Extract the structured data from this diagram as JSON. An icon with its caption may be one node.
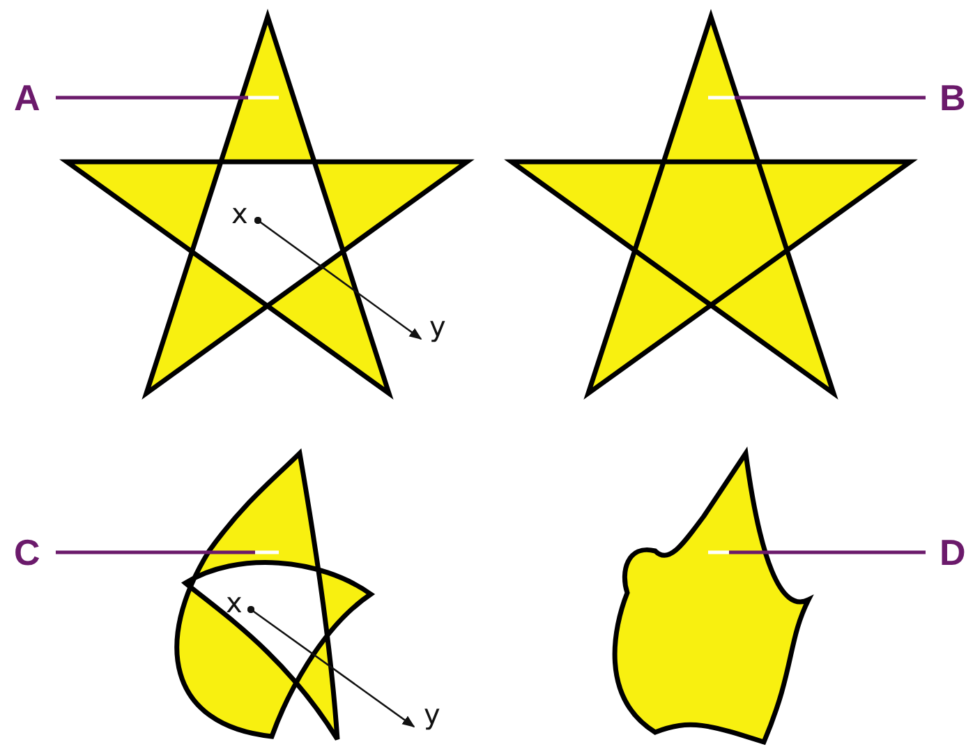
{
  "diagram": {
    "nodes": [
      {
        "text": [
          "A"
        ]
      },
      {
        "text": [],
        "shape": "star"
      },
      {
        "text": [],
        "shape": "star"
      },
      {
        "text": [
          "B"
        ]
      },
      {
        "text": [
          "C"
        ]
      },
      {
        "text": [],
        "shape": "star"
      },
      {
        "text": [],
        "shape": "star"
      },
      {
        "text": [
          "D"
        ]
      }
    ],
    "edges": [
      {
        "from": 0,
        "to": 1,
        "arrow": "none"
      },
      {
        "from": 3,
        "to": 2,
        "arrow": "none"
      },
      {
        "from": 4,
        "to": 5,
        "arrow": "none"
      },
      {
        "from": 7,
        "to": 6,
        "arrow": "none"
      }
    ],
    "labels": [
      "x",
      "y",
      "x",
      "y"
    ]
  }
}
